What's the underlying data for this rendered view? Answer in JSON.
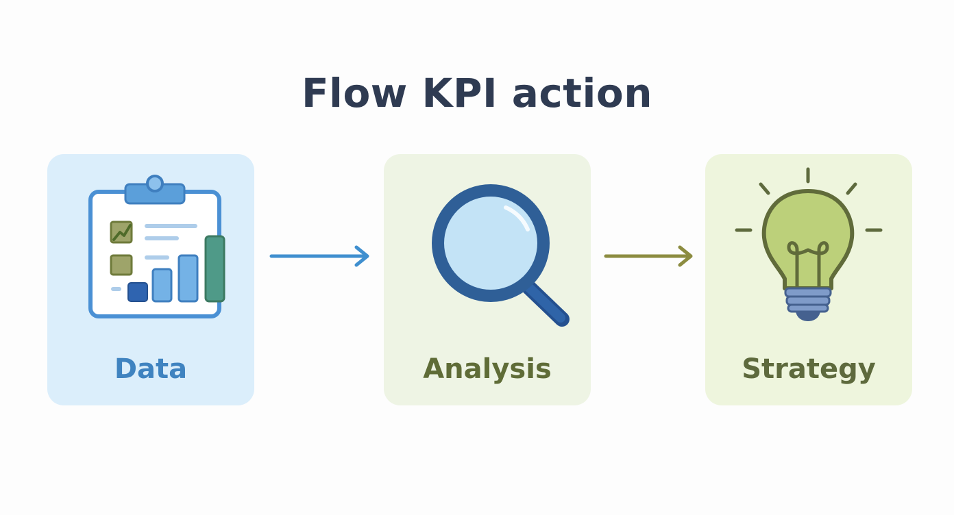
{
  "title": "Flow KPI action",
  "steps": [
    {
      "label": "Data",
      "icon": "clipboard-chart-icon",
      "color": "#3f83c0"
    },
    {
      "label": "Analysis",
      "icon": "magnifying-glass-icon",
      "color": "#5f6c37"
    },
    {
      "label": "Strategy",
      "icon": "lightbulb-icon",
      "color": "#5e6a3d"
    }
  ],
  "arrows": [
    {
      "from": "Data",
      "to": "Analysis",
      "color": "#3f8fcf"
    },
    {
      "from": "Analysis",
      "to": "Strategy",
      "color": "#8c8c40"
    }
  ]
}
